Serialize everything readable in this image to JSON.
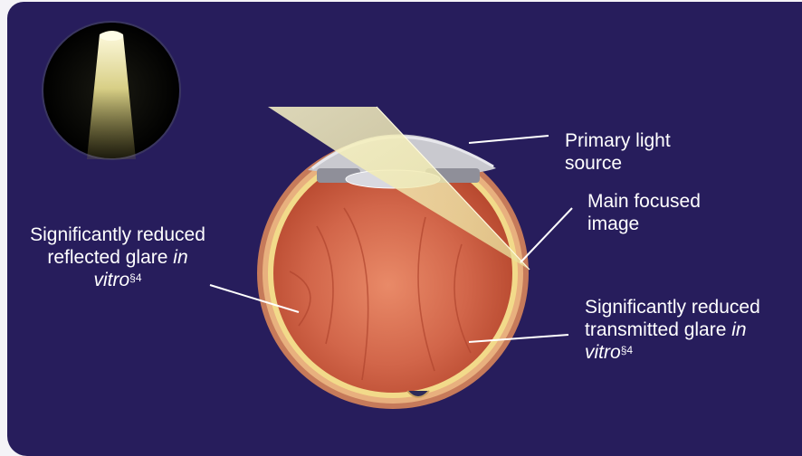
{
  "colors": {
    "panel_background": "#271d5c",
    "text": "#ffffff",
    "retina": "#d2664a",
    "sclera_ring": "#e8a07a",
    "lens_beam": "#f3efb8"
  },
  "labels": {
    "primary_light_source": "Primary light source",
    "main_focused_image": "Main focused image",
    "reflected_glare_main": "Significantly reduced reflected glare ",
    "reflected_glare_italic": "in vitro",
    "reflected_glare_sup": "§4",
    "transmitted_glare_main": "Significantly reduced transmitted glare ",
    "transmitted_glare_italic": "in vitro",
    "transmitted_glare_sup": "§4"
  },
  "icons": {
    "inset": "light-cone-icon",
    "eye": "eye-cross-section-icon"
  }
}
